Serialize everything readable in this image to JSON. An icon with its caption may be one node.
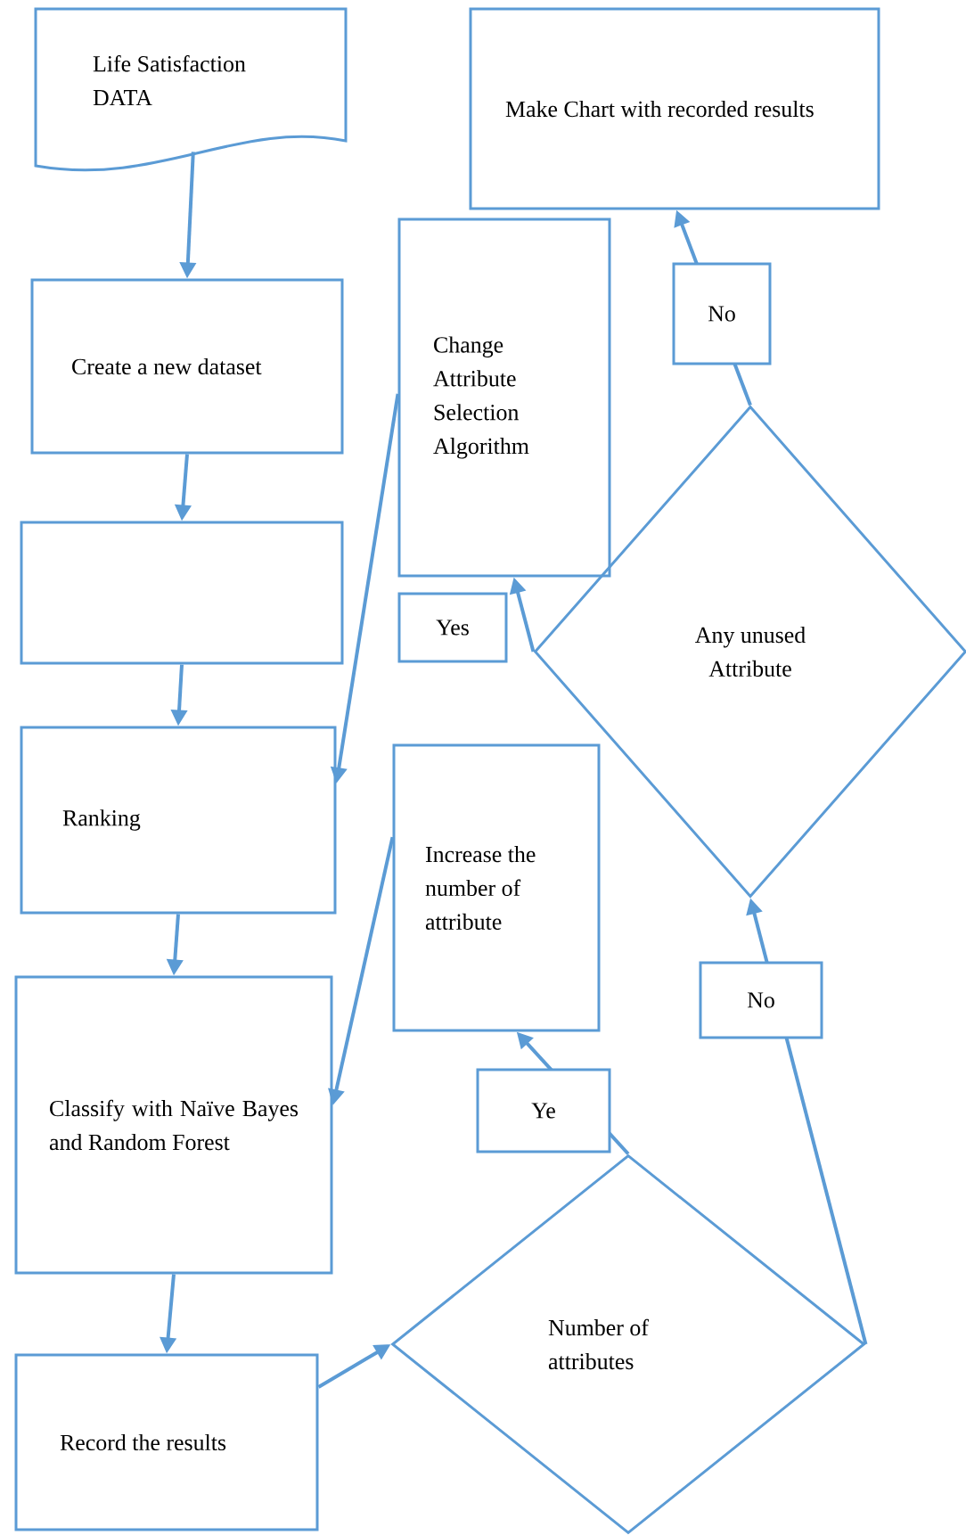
{
  "diagram": {
    "nodes": [
      {
        "text": [
          "Life Satisfaction DATA"
        ]
      },
      {
        "text": [
          "Create a new dataset"
        ]
      },
      {
        "text": [],
        "shape": "box"
      },
      {
        "text": [
          "Ranking"
        ]
      },
      {
        "text": [
          "Classify with Naïve Bayes and Random Forest"
        ]
      },
      {
        "text": [
          "Record the results"
        ]
      },
      {
        "text": [
          "Number of attributes"
        ]
      },
      {
        "text": [
          "Increase the number of attribute"
        ]
      },
      {
        "text": [
          "Change Attribute Selection Algorithm"
        ]
      },
      {
        "text": [
          "Any unused Attribute"
        ]
      },
      {
        "text": [
          "Make Chart with recorded results"
        ]
      }
    ],
    "edges": [
      {
        "from": 0,
        "to": 1,
        "arrow": "to"
      },
      {
        "from": 1,
        "to": 2,
        "arrow": "to"
      },
      {
        "from": 2,
        "to": 3,
        "arrow": "to"
      },
      {
        "from": 3,
        "to": 4,
        "arrow": "to"
      },
      {
        "from": 4,
        "to": 5,
        "arrow": "to"
      },
      {
        "from": 5,
        "to": 6,
        "arrow": "to"
      },
      {
        "from": 6,
        "to": 7,
        "arrow": "to",
        "label": "Ye"
      },
      {
        "from": 7,
        "to": 4,
        "arrow": "to"
      },
      {
        "from": 6,
        "to": 9,
        "arrow": "to",
        "label": "No"
      },
      {
        "from": 9,
        "to": 8,
        "arrow": "to",
        "label": "Yes"
      },
      {
        "from": 8,
        "to": 3,
        "arrow": "to"
      },
      {
        "from": 9,
        "to": 10,
        "arrow": "to",
        "label": "No"
      }
    ]
  }
}
